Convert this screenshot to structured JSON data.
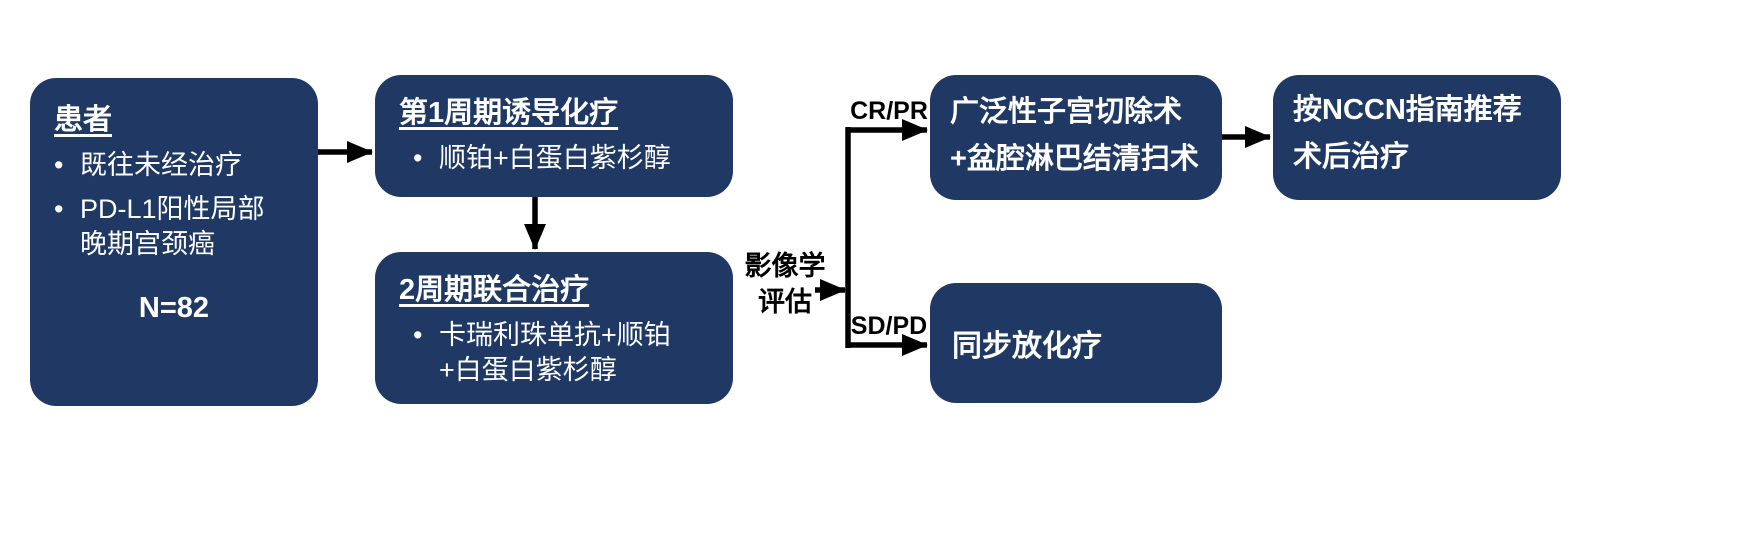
{
  "colors": {
    "box_bg": "#1F3864",
    "box_text": "#FFFFFF",
    "arrow": "#000000",
    "label_text": "#000000",
    "background": "#FFFFFF"
  },
  "glyphs": {
    "bullet": "•"
  },
  "boxes": {
    "patients": {
      "title": "患者",
      "bullets": [
        "既往未经治疗",
        "PD-L1阳性局部晚期宫颈癌"
      ],
      "count": "N=82"
    },
    "induction": {
      "title": "第1周期诱导化疗",
      "bullets": [
        "顺铂+白蛋白紫杉醇"
      ]
    },
    "combination": {
      "title": "2周期联合治疗",
      "bullets": [
        "卡瑞利珠单抗+顺铂+白蛋白紫杉醇"
      ]
    },
    "surgery": {
      "text": "广泛性子宫切除术+盆腔淋巴结清扫术"
    },
    "chemoradiotherapy": {
      "text": "同步放化疗"
    },
    "nccn": {
      "text": "按NCCN指南推荐术后治疗"
    }
  },
  "labels": {
    "imaging_assessment": {
      "line1": "影像学",
      "line2": "评估"
    },
    "cr_pr": "CR/PR",
    "sd_pd": "SD/PD"
  }
}
